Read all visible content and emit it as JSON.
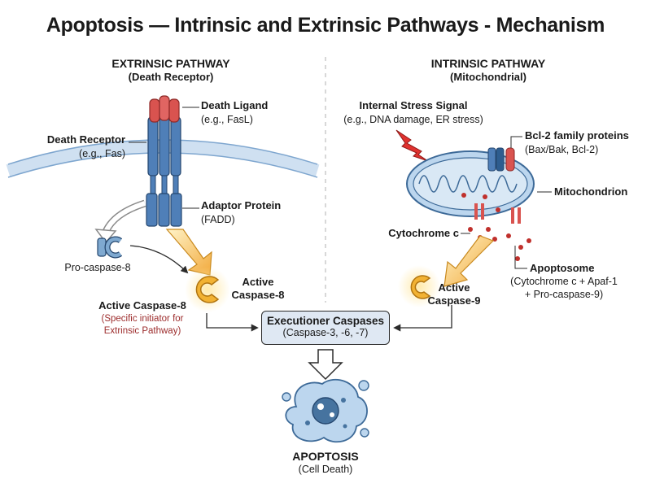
{
  "title": "Apoptosis — Intrinsic and Extrinsic Pathways - Mechanism",
  "extrinsic": {
    "heading": "EXTRINSIC PATHWAY",
    "subheading": "(Death Receptor)",
    "death_ligand": "Death Ligand",
    "death_ligand_example": "(e.g., FasL)",
    "death_receptor": "Death Receptor",
    "death_receptor_example": "(e.g., Fas)",
    "adaptor_protein": "Adaptor Protein",
    "adaptor_protein_example": "(FADD)",
    "pro_caspase": "Pro-caspase-8",
    "active_caspase_line1": "Active",
    "active_caspase_line2": "Caspase-8",
    "note_title": "Active Caspase-8",
    "note_line1": "(Specific initiator for",
    "note_line2": "Extrinsic Pathway)"
  },
  "intrinsic": {
    "heading": "INTRINSIC PATHWAY",
    "subheading": "(Mitochondrial)",
    "stress_signal": "Internal Stress Signal",
    "stress_signal_example": "(e.g., DNA damage, ER stress)",
    "bcl2": "Bcl-2 family proteins",
    "bcl2_example": "(Bax/Bak, Bcl-2)",
    "mitochondrion": "Mitochondrion",
    "cytochrome": "Cytochrome c",
    "apoptosome": "Apoptosome",
    "apoptosome_line1": "(Cytochrome c + Apaf-1",
    "apoptosome_line2": "+ Pro-caspase-9)",
    "active_caspase_line1": "Active",
    "active_caspase_line2": "Caspase-9"
  },
  "executioner": {
    "title": "Executioner Caspases",
    "detail": "(Caspase-3, -6, -7)"
  },
  "outcome": {
    "title": "APOPTOSIS",
    "detail": "(Cell Death)"
  },
  "colors": {
    "receptor_blue": "#4f7fb8",
    "ligand_red": "#d9534f",
    "membrane_blue": "#cfe0f1",
    "caspase_orange": "#f2b233",
    "glow_yellow": "#ffe08a",
    "cell_blue": "#bcd6ee",
    "box_fill": "#dfe8f3"
  }
}
